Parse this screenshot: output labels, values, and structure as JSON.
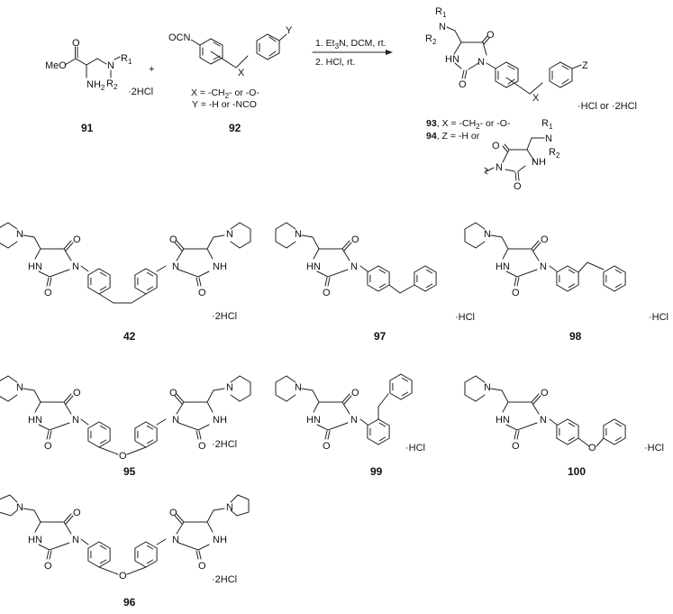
{
  "figure": {
    "type": "reaction-scheme",
    "reaction": {
      "reactant_1": {
        "id": "91",
        "groups": [
          "MeO",
          "O",
          "NH2",
          "N",
          "R1",
          "R2"
        ],
        "salt": "·2HCl"
      },
      "plus": "+",
      "reactant_2": {
        "id": "92",
        "groups": [
          "OCN",
          "X",
          "Y"
        ],
        "definitions": [
          "X = -CH2- or -O-",
          "Y = -H or -NCO"
        ]
      },
      "conditions": {
        "step1": "1. Et3N, DCM, rt.",
        "step2": "2. HCl, rt."
      },
      "product": {
        "groups": [
          "R1",
          "R2",
          "N",
          "O",
          "HN",
          "N",
          "O",
          "X",
          "Z"
        ],
        "salt": "·HCl or ·2HCl",
        "definitions": [
          "93, X = -CH2- or -O-",
          "94, Z = -H or"
        ],
        "substituent_groups": [
          "R1",
          "N",
          "R2",
          "O",
          "NH",
          "N",
          "O"
        ]
      }
    },
    "compounds": [
      {
        "id": "42",
        "salt": "·2HCl",
        "amine": "piperidine",
        "linker": "CH2",
        "dimer": true
      },
      {
        "id": "97",
        "salt": "·HCl",
        "amine": "piperidine",
        "linker": "CH2",
        "position": "para"
      },
      {
        "id": "98",
        "salt": "·HCl",
        "amine": "piperidine",
        "linker": "CH2",
        "position": "meta"
      },
      {
        "id": "95",
        "salt": "·2HCl",
        "amine": "piperidine",
        "linker": "O",
        "dimer": true
      },
      {
        "id": "99",
        "salt": "·HCl",
        "amine": "piperidine",
        "linker": "CH2",
        "position": "ortho"
      },
      {
        "id": "100",
        "salt": "·HCl",
        "amine": "piperidine",
        "linker": "O",
        "position": "para"
      },
      {
        "id": "96",
        "salt": "·2HCl",
        "amine": "pyrrolidine",
        "linker": "O",
        "dimer": true
      }
    ],
    "atom_labels": {
      "N": "N",
      "O": "O",
      "HN": "HN",
      "NH": "NH",
      "MeO": "MeO",
      "OCN": "OCN",
      "NH2": "NH",
      "sub2": "2",
      "sub3": "3",
      "sub1": "1",
      "R": "R",
      "X": "X",
      "Y": "Y",
      "Z": "Z",
      "Et3N_a": "1. Et",
      "Et3N_b": "N, DCM, rt.",
      "CH2_a": "X = -CH",
      "CH2_b": "- or -O-",
      "Y_def": "Y = -H or -NCO",
      "def93_a": ", X = -CH",
      "def93_b": "- or -O-",
      "def94": ", Z = -H or"
    }
  }
}
